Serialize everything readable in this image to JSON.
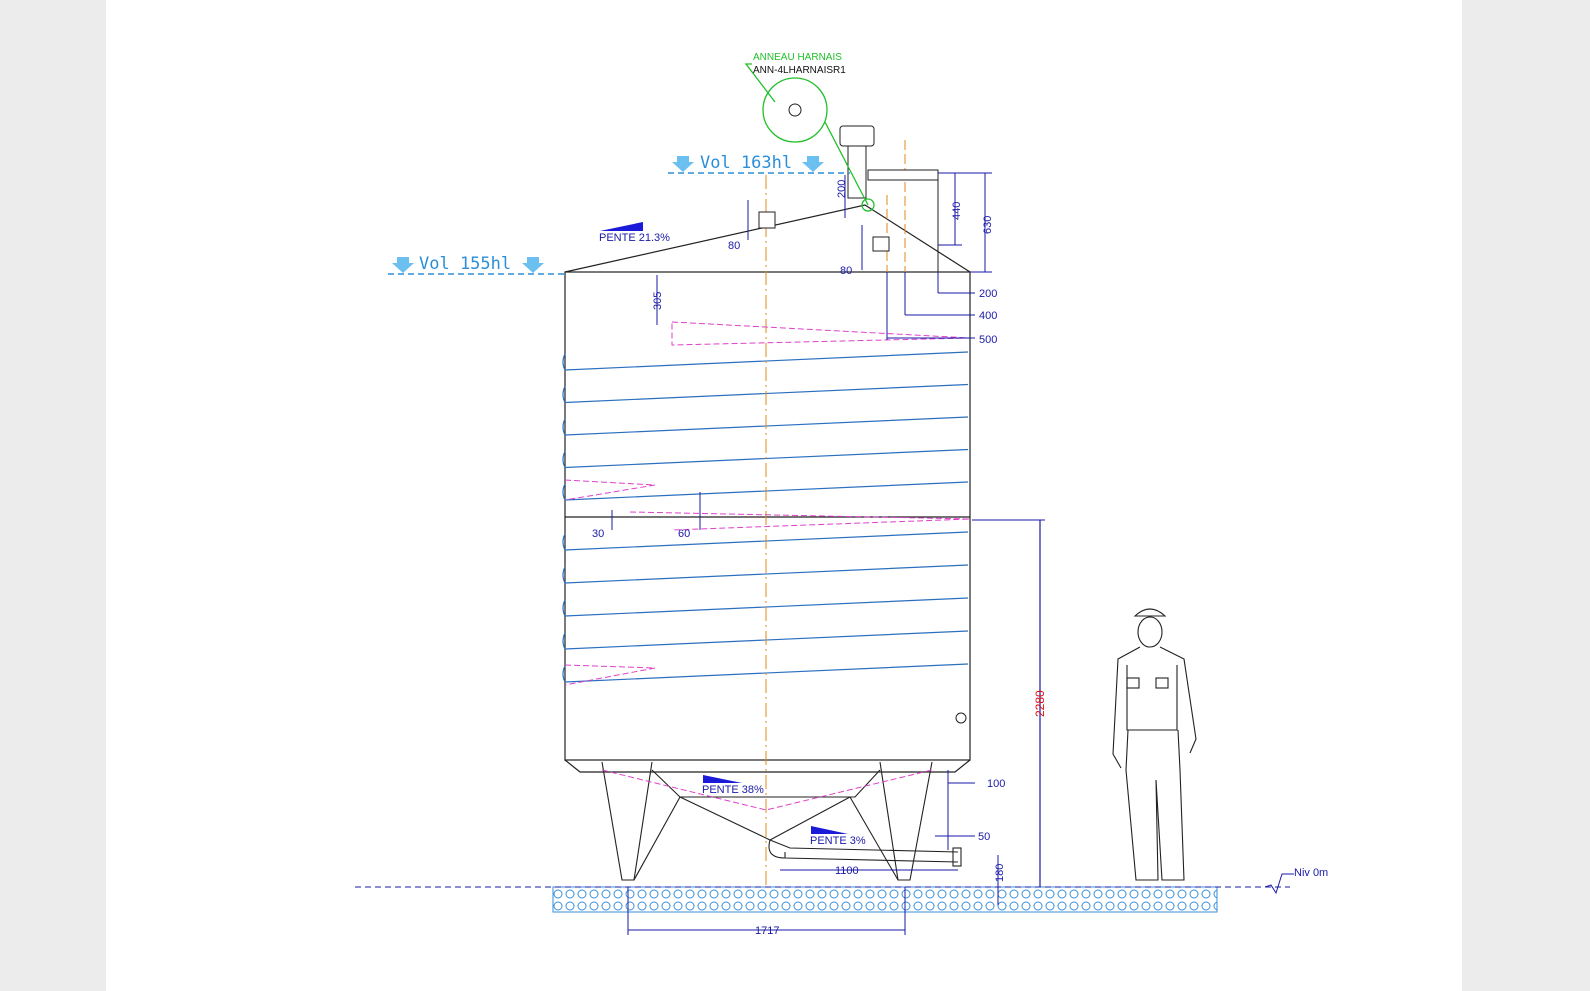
{
  "callout": {
    "title": "ANNEAU HARNAIS",
    "ref": "ANN-4LHARNAISR1"
  },
  "volumes": {
    "upper": "Vol 163hl",
    "lower": "Vol 155hl"
  },
  "slopes": {
    "roof": "PENTE 21.3%",
    "bottom": "PENTE 38%",
    "outlet": "PENTE 3%"
  },
  "dimensions": {
    "d200_top": "200",
    "d80_left": "80",
    "d80_right": "80",
    "d440": "440",
    "d630": "630",
    "d200": "200",
    "d400": "400",
    "d500": "500",
    "d305": "305",
    "d30": "30",
    "d60": "60",
    "d2280": "2280",
    "d100": "100",
    "d50": "50",
    "d180": "180",
    "d1100": "1100",
    "d1717": "1717"
  },
  "level": "Niv 0m",
  "colors": {
    "dimension": "#1a1aa8",
    "coil": "#2a6fc0",
    "axis": "#e08a1a",
    "callout": "#22c02a",
    "dashed_pipe": "#e040c8",
    "height_label": "#e01010",
    "volume": "#2a8fd8"
  }
}
